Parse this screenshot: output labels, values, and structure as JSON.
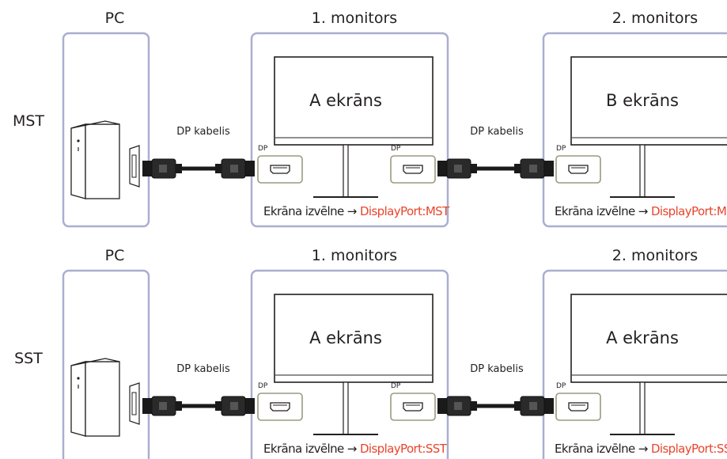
{
  "colors": {
    "frame": "#a9aed0",
    "port_box": "#9a9a80",
    "accent": "#e8452c",
    "ink": "#231f20"
  },
  "rows": [
    {
      "mode_label": "MST",
      "pc_label": "PC",
      "monitors": [
        {
          "title": "1. monitors",
          "screen_label": "A ekrāns",
          "port_labels": [
            "DP",
            "DP"
          ]
        },
        {
          "title": "2. monitors",
          "screen_label": "B ekrāns",
          "port_labels": [
            "DP"
          ]
        }
      ],
      "cable_labels": [
        "DP kabelis",
        "DP kabelis"
      ],
      "footers": [
        {
          "text": "Ekrāna izvēlne → ",
          "highlight": "DisplayPort:MST"
        },
        {
          "text": "Ekrāna izvēlne → ",
          "highlight": "DisplayPort:MST"
        }
      ]
    },
    {
      "mode_label": "SST",
      "pc_label": "PC",
      "monitors": [
        {
          "title": "1. monitors",
          "screen_label": "A ekrāns",
          "port_labels": [
            "DP",
            "DP"
          ]
        },
        {
          "title": "2. monitors",
          "screen_label": "A ekrāns",
          "port_labels": [
            "DP"
          ]
        }
      ],
      "cable_labels": [
        "DP kabelis",
        "DP kabelis"
      ],
      "footers": [
        {
          "text": "Ekrāna izvēlne → ",
          "highlight": "DisplayPort:SST"
        },
        {
          "text": "Ekrāna izvēlne → ",
          "highlight": "DisplayPort:SST"
        }
      ]
    }
  ]
}
